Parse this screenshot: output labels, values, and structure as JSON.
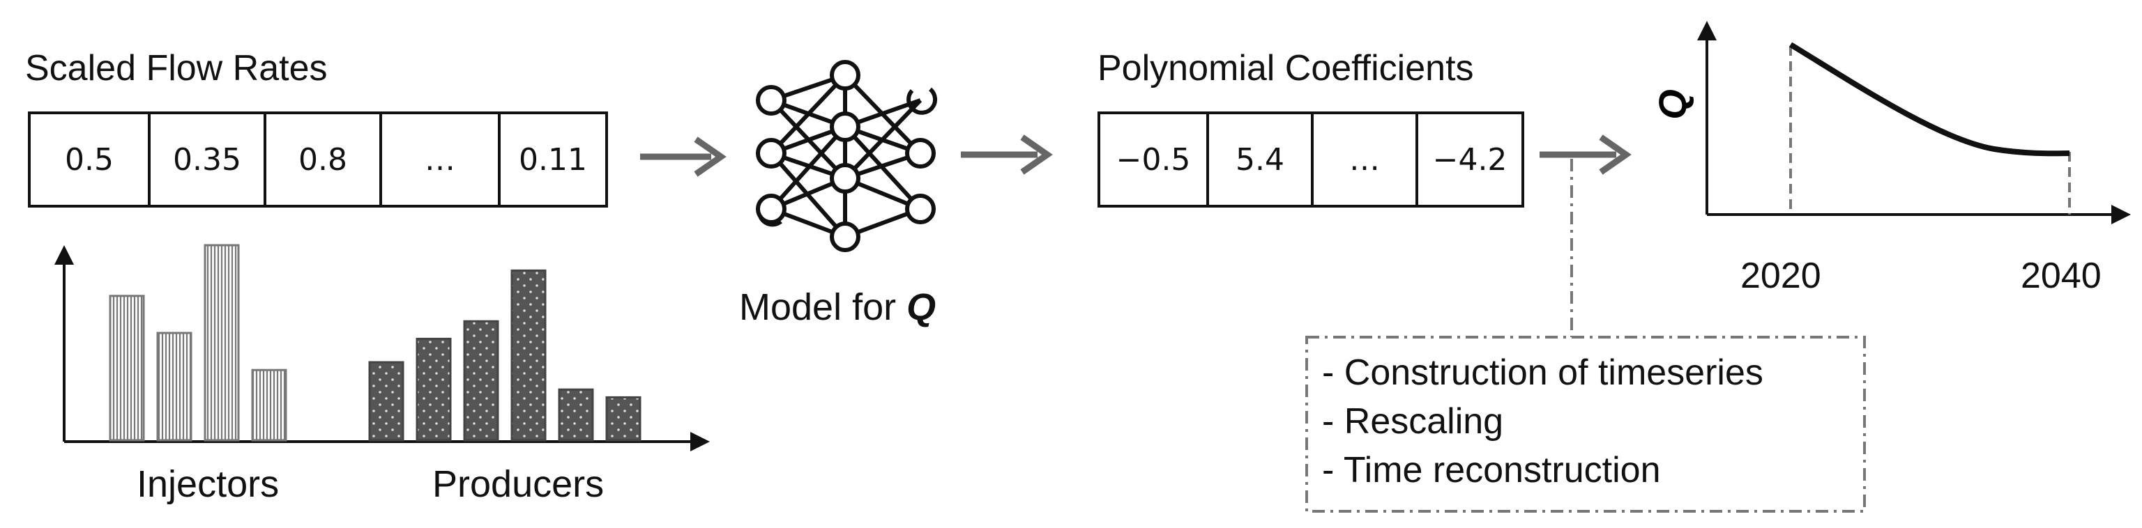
{
  "input": {
    "title": "Scaled Flow Rates",
    "cells": [
      "0.5",
      "0.35",
      "0.8",
      "…",
      "0.11"
    ]
  },
  "bar_chart": {
    "groups": [
      {
        "label": "Injectors",
        "values": [
          0.74,
          0.55,
          1.0,
          0.36
        ],
        "pattern": "vertical-lines"
      },
      {
        "label": "Producers",
        "values": [
          0.4,
          0.52,
          0.61,
          0.87,
          0.26,
          0.22
        ],
        "pattern": "dotted-dark"
      }
    ]
  },
  "model": {
    "label_prefix": "Model for ",
    "label_symbol": "Q",
    "icon": "neural-network-icon"
  },
  "coefficients": {
    "title": "Polynomial Coefficients",
    "cells": [
      "−0.5",
      "5.4",
      "…",
      "−4.2"
    ]
  },
  "notes": {
    "items": [
      "- Construction of timeseries",
      "- Rescaling",
      "- Time reconstruction"
    ]
  },
  "output_chart": {
    "y_label": "Q",
    "x_ticks": [
      "2020",
      "2040"
    ]
  },
  "colors": {
    "line": "#111111",
    "arrow": "#666666",
    "bar_dark": "#555555",
    "dashed": "#777777"
  }
}
